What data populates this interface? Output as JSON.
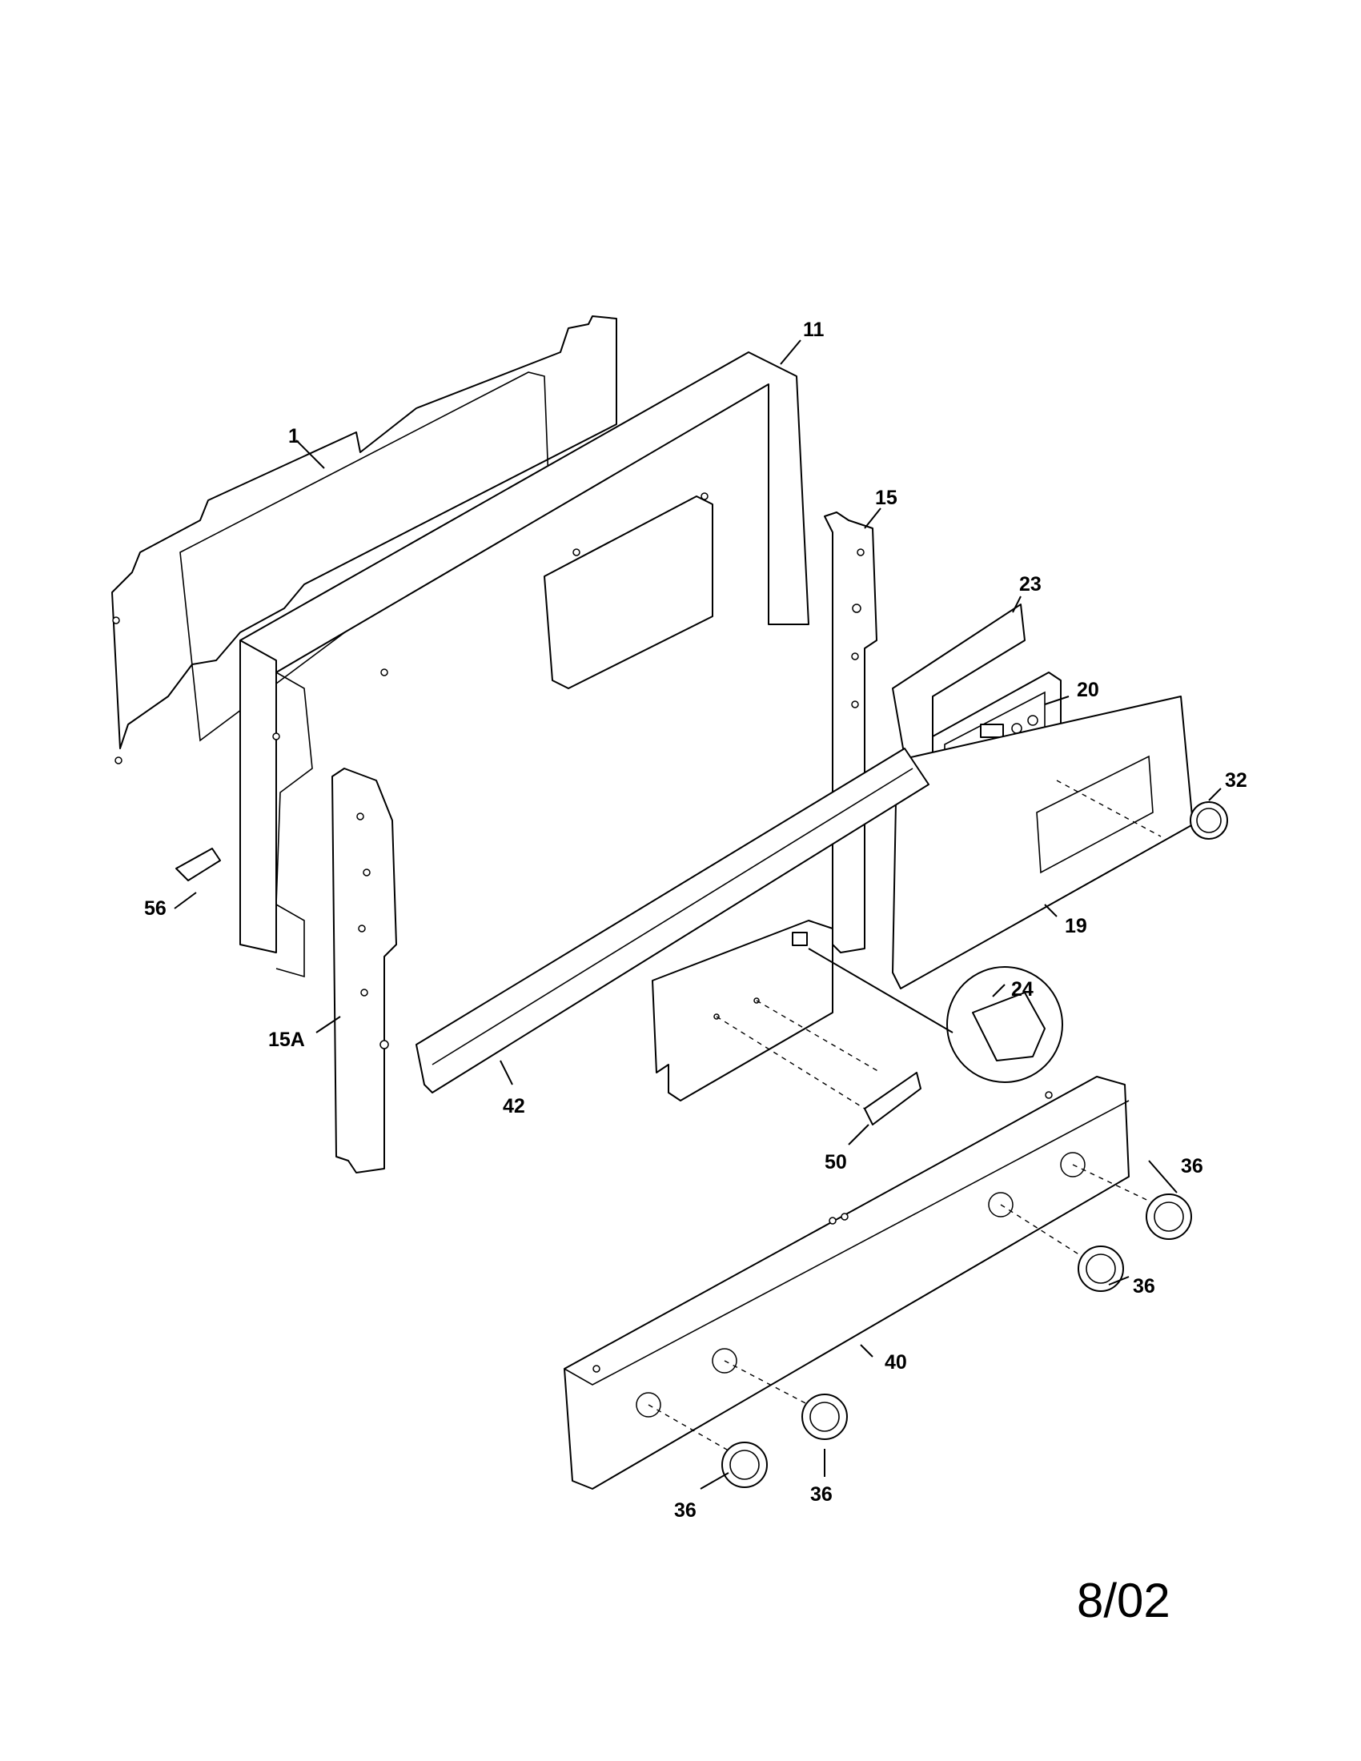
{
  "diagram": {
    "callouts": [
      {
        "id": "c1",
        "label": "1"
      },
      {
        "id": "c11",
        "label": "11"
      },
      {
        "id": "c15",
        "label": "15"
      },
      {
        "id": "c23",
        "label": "23"
      },
      {
        "id": "c20",
        "label": "20"
      },
      {
        "id": "c32",
        "label": "32"
      },
      {
        "id": "c56",
        "label": "56"
      },
      {
        "id": "c19",
        "label": "19"
      },
      {
        "id": "c24",
        "label": "24"
      },
      {
        "id": "c15a",
        "label": "15A"
      },
      {
        "id": "c42",
        "label": "42"
      },
      {
        "id": "c50",
        "label": "50"
      },
      {
        "id": "c36a",
        "label": "36"
      },
      {
        "id": "c36b",
        "label": "36"
      },
      {
        "id": "c40",
        "label": "40"
      },
      {
        "id": "c36c",
        "label": "36"
      },
      {
        "id": "c36d",
        "label": "36"
      }
    ],
    "revision_date": "8/02"
  }
}
